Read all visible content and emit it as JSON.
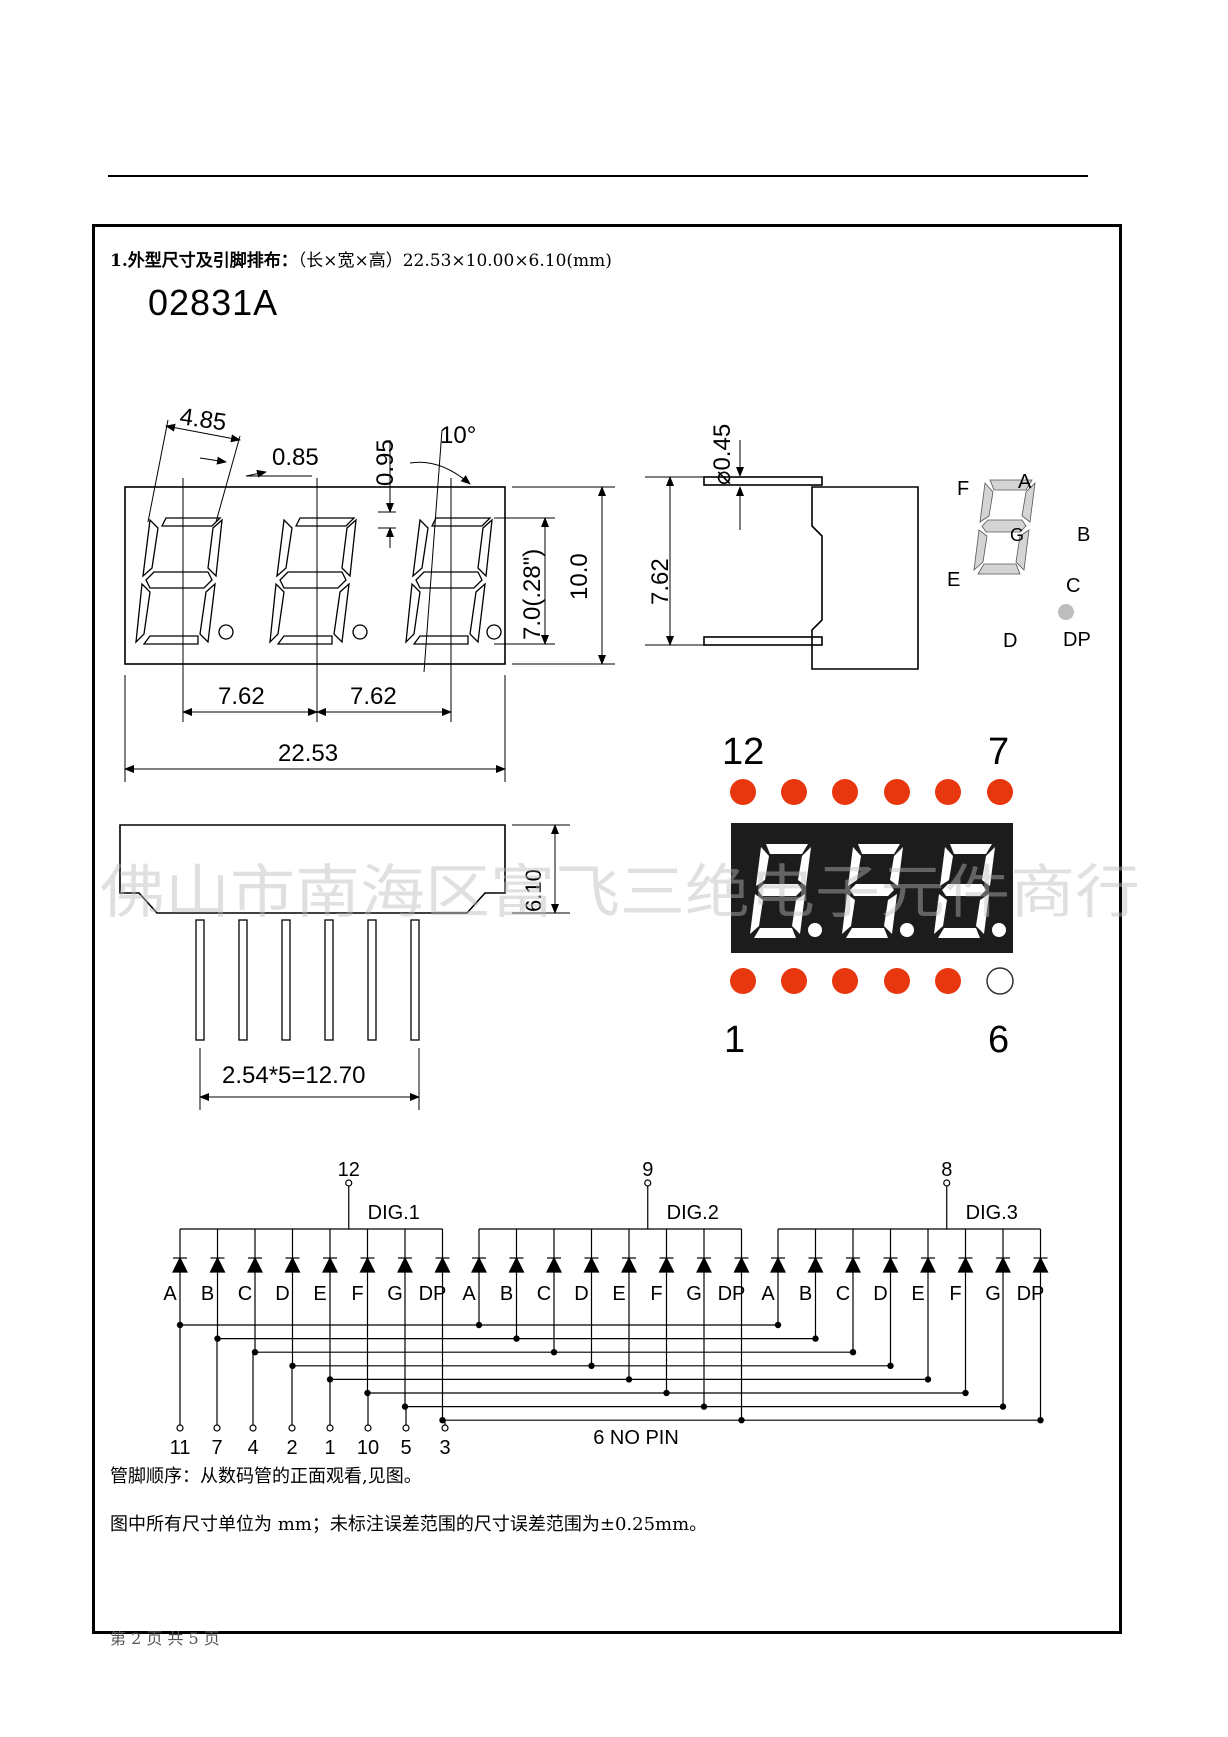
{
  "document": {
    "spec_label": "1.外型尺寸及引脚排布：",
    "spec_value": "（长×宽×高）22.53×10.00×6.10(mm)",
    "model": "02831A",
    "pin_order_note": "管脚顺序：从数码管的正面观看,见图。",
    "tolerance_note": "图中所有尺寸单位为 mm；未标注误差范围的尺寸误差范围为±0.25mm。",
    "footer": "第 2 页 共 5 页",
    "watermark": "佛山市南海区富飞三绝电子元件商行"
  },
  "dimensions": {
    "digit_width": "4.85",
    "gap": "0.85",
    "seg_width": "0.95",
    "slant": "10°",
    "digit_height": "7.0(.28\")",
    "body_height": "10.0",
    "pitch_1": "7.62",
    "pitch_2": "7.62",
    "overall_length": "22.53",
    "pin_diameter": "0.45",
    "pin_row_spacing": "7.62",
    "thickness": "6.10",
    "pin_pitch": "2.54*5=12.70"
  },
  "segment_legend": {
    "labels": [
      "A",
      "B",
      "C",
      "D",
      "E",
      "F",
      "G",
      "DP"
    ]
  },
  "pin_diagram": {
    "top_left": "12",
    "top_right": "7",
    "bottom_left": "1",
    "bottom_right": "6",
    "pin_colors": {
      "active": "#e8360e",
      "empty": "#ffffff"
    }
  },
  "schematic": {
    "digits": [
      {
        "label": "DIG.1",
        "common_pin": "12"
      },
      {
        "label": "DIG.2",
        "common_pin": "9"
      },
      {
        "label": "DIG.3",
        "common_pin": "8"
      }
    ],
    "segment_labels": [
      "A",
      "B",
      "C",
      "D",
      "E",
      "F",
      "G",
      "DP"
    ],
    "segment_pins": [
      "11",
      "7",
      "4",
      "2",
      "1",
      "10",
      "5",
      "3"
    ],
    "no_pin_note": "6 NO PIN"
  }
}
